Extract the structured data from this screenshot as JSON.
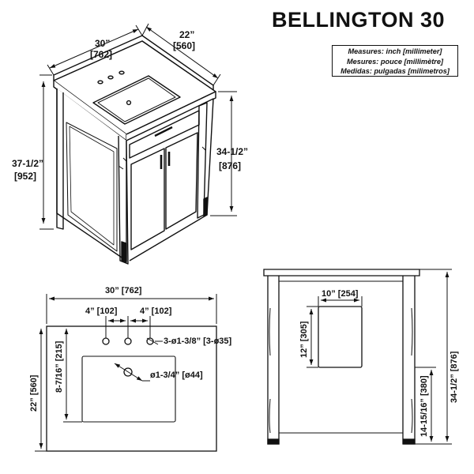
{
  "title": "BELLINGTON 30",
  "legend": {
    "line1": "Measures: inch [millimeter]",
    "line2": "Mesures: pouce [millimètre]",
    "line3": "Medidas: pulgadas [milimetros]"
  },
  "perspective": {
    "width_in": "30”",
    "width_mm": "[762]",
    "depth_in": "22”",
    "depth_mm": "[560]",
    "total_height_in": "37-1/2”",
    "total_height_mm": "[952]",
    "counter_height_in": "34-1/2”",
    "counter_height_mm": "[876]"
  },
  "top_view": {
    "width": "30” [762]",
    "hole_spacing_left": "4” [102]",
    "hole_spacing_right": "4” [102]",
    "faucet_holes": "3-ø1-3/8” [3-ø35]",
    "drain": "ø1-3/4” [ø44]",
    "sink_offset": "8-7/16” [215]",
    "depth": "22” [560]"
  },
  "side_view": {
    "cutout_width": "10” [254]",
    "cutout_height": "12” [305]",
    "floor_to_cutout": "14-15/16” [380]",
    "height": "34-1/2” [876]"
  }
}
